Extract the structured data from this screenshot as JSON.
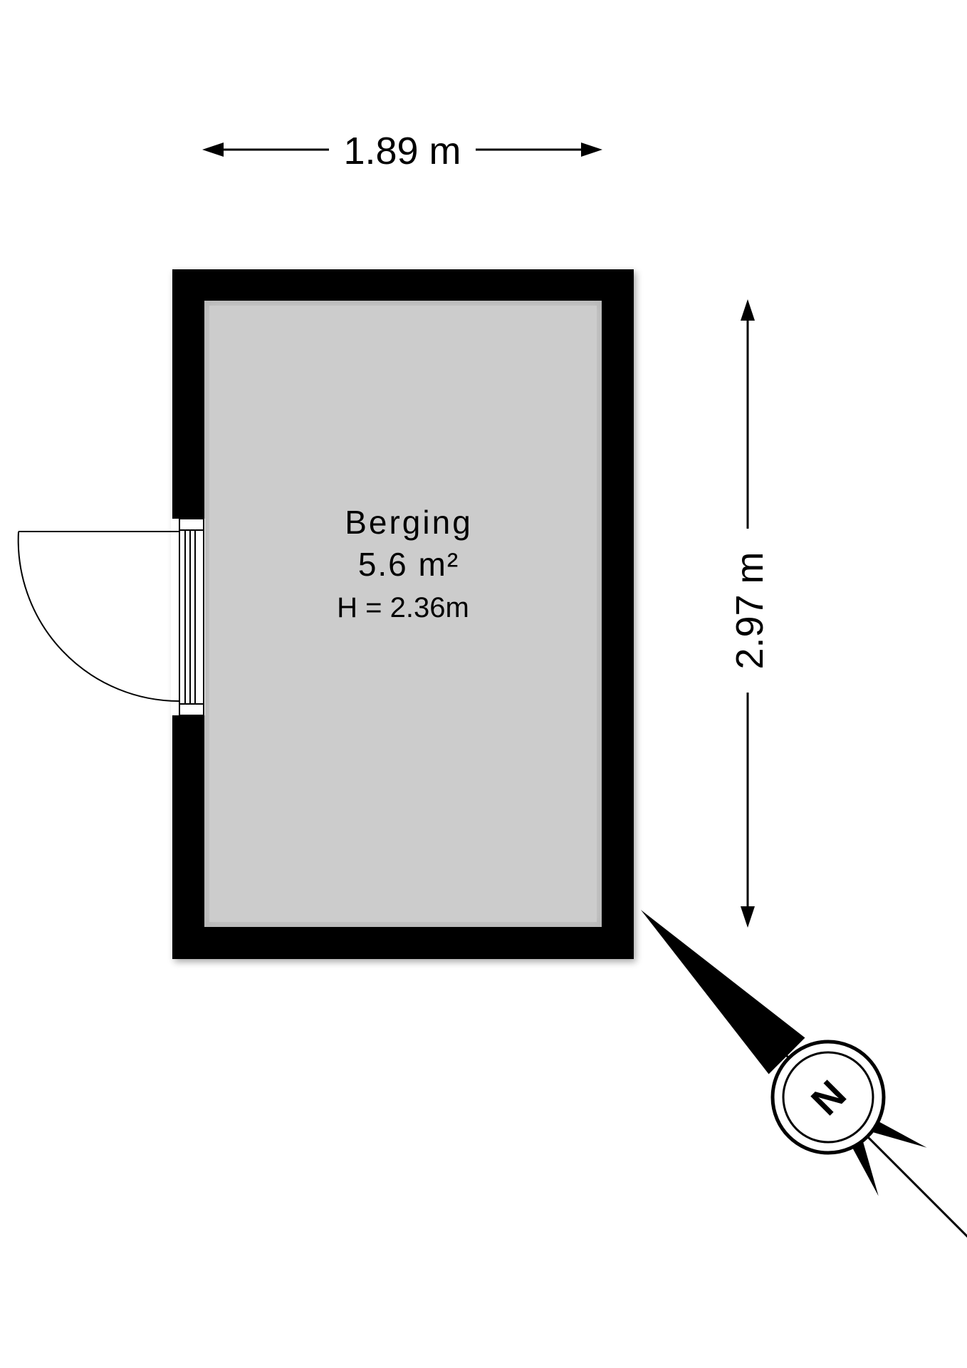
{
  "plan": {
    "width_label": "1.89 m",
    "height_label": "2.97 m",
    "room": {
      "name": "Berging",
      "area": "5.6 m²",
      "ceiling_height": "H = 2.36m"
    },
    "compass_letter": "N"
  },
  "colors": {
    "wall": "#000000",
    "floor": "#cccccc",
    "background": "#ffffff"
  },
  "icons": [
    "north-arrow-icon",
    "door-swing-icon"
  ]
}
